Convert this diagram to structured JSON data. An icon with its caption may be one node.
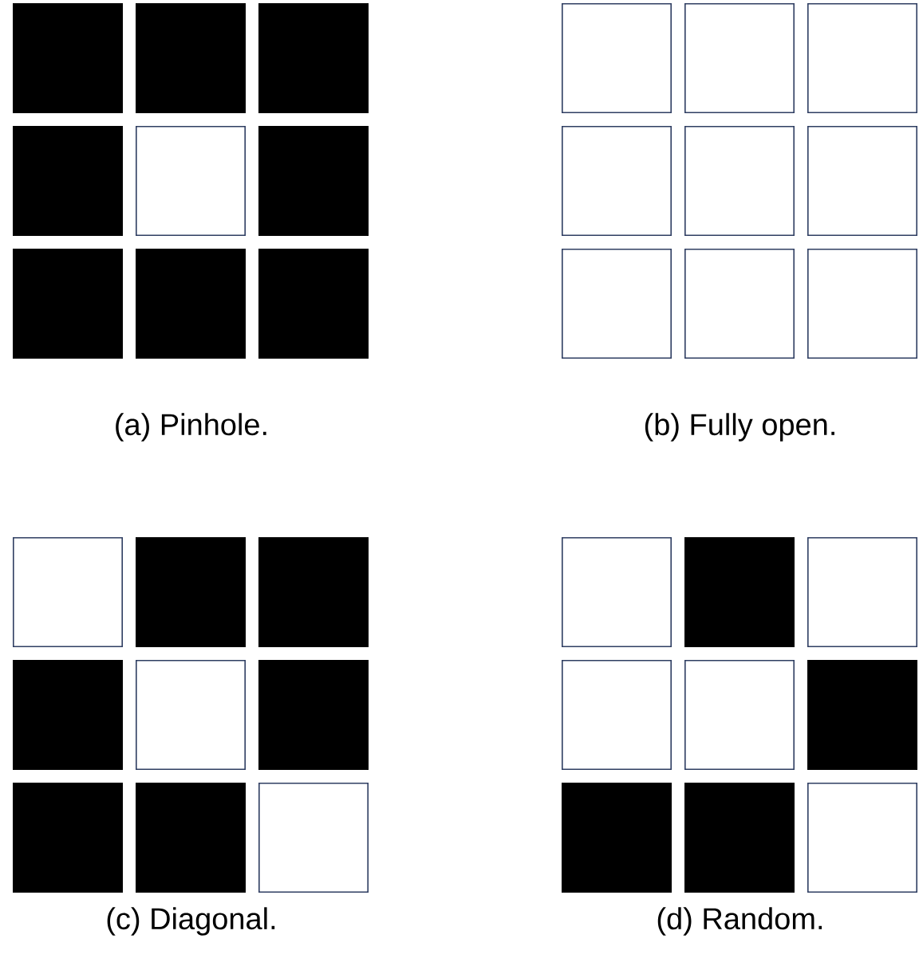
{
  "diagram": {
    "labels": [
      "(a) Pinhole.",
      "(b) Fully open.",
      "(c) Diagonal.",
      "(d) Random."
    ]
  }
}
